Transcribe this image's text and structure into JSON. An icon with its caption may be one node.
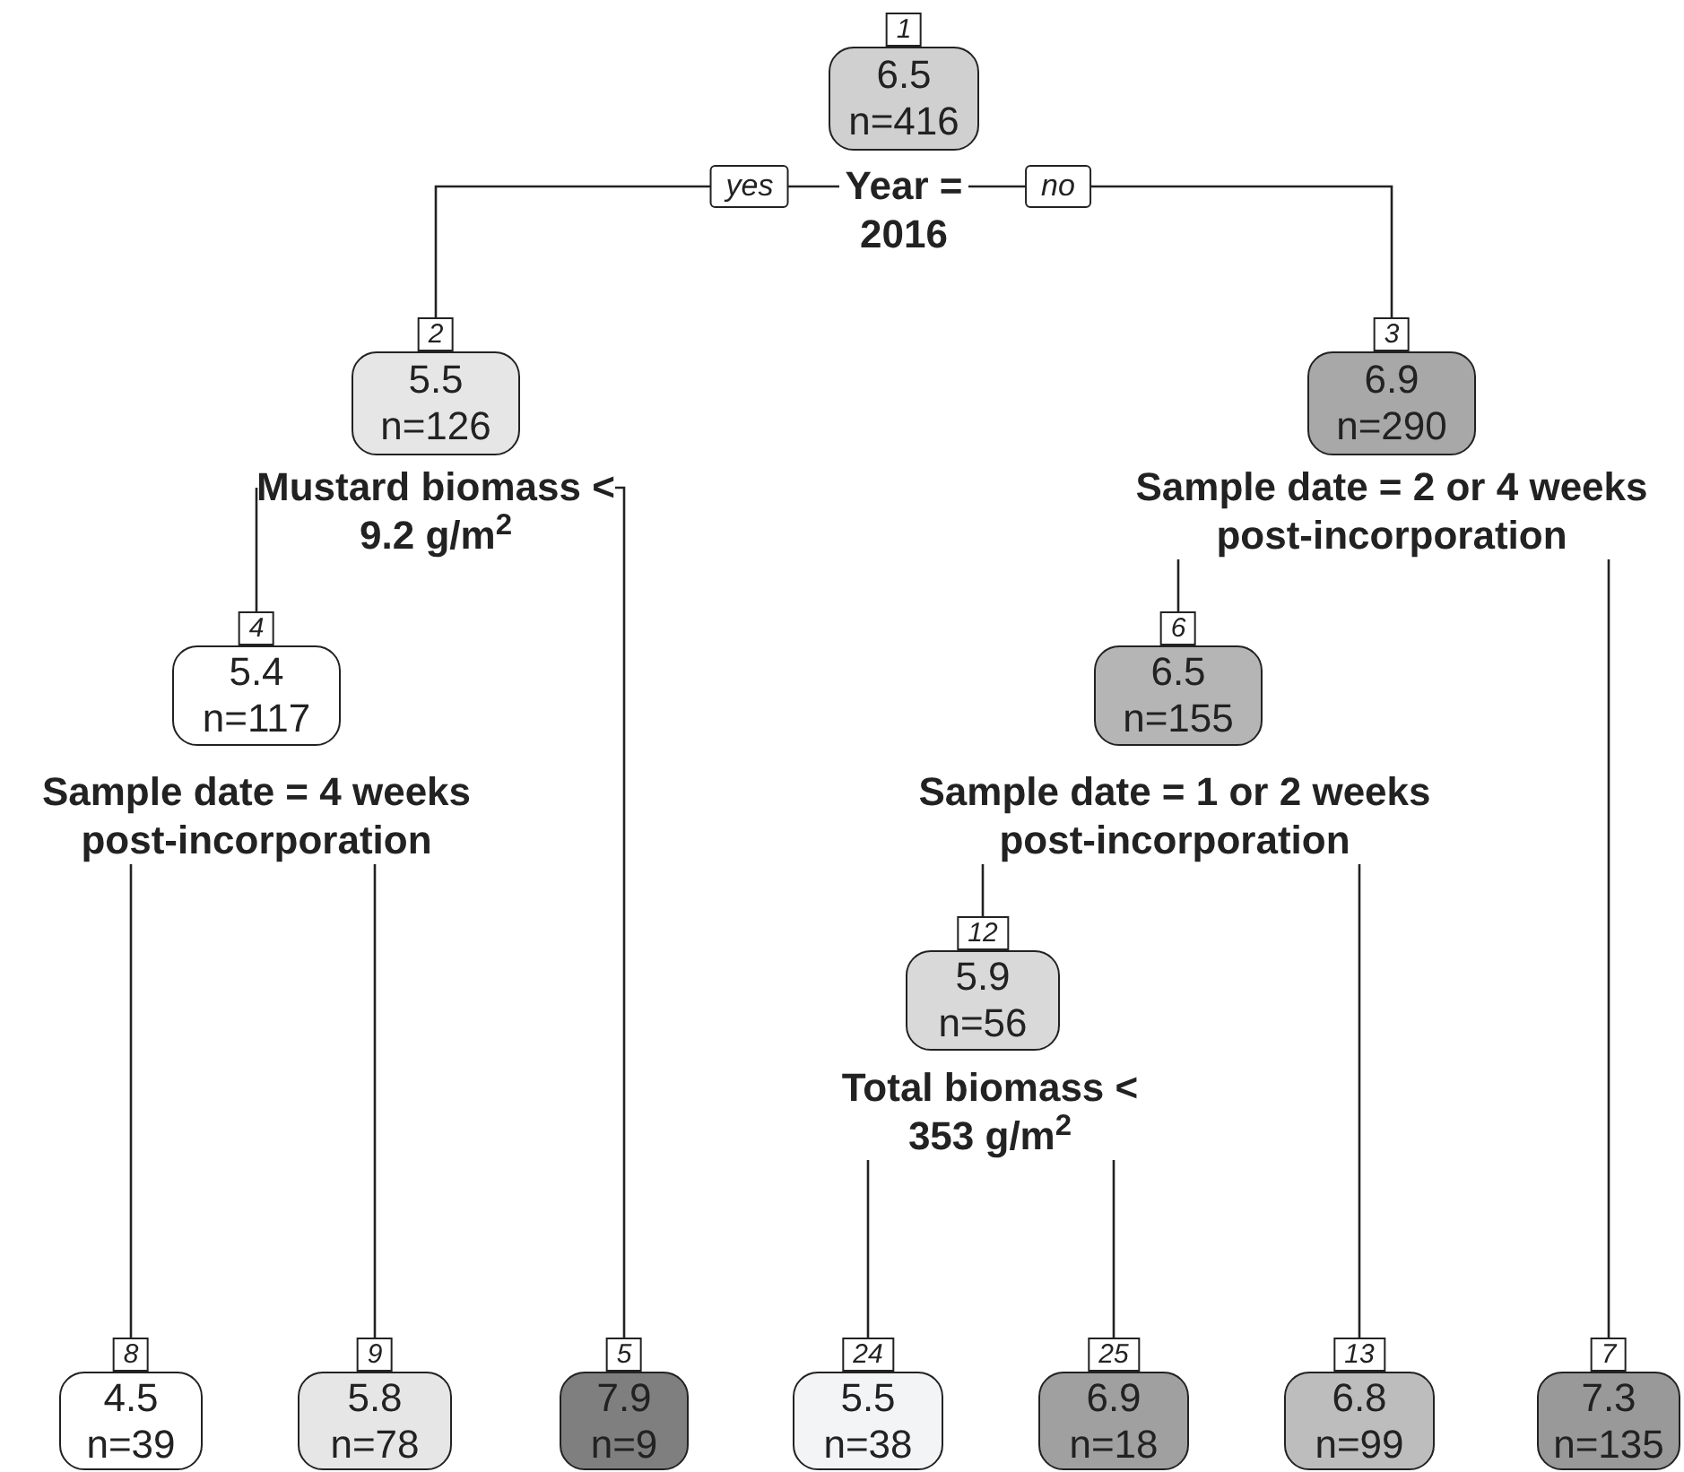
{
  "diagram": {
    "nodes": [
      {
        "text": [
          "6.5",
          "n=416"
        ],
        "beside": [
          "1"
        ]
      },
      {
        "text": [
          "Year = 2016"
        ]
      },
      {
        "text": [
          "5.5",
          "n=126"
        ],
        "beside": [
          "2"
        ]
      },
      {
        "text": [
          "6.9",
          "n=290"
        ],
        "beside": [
          "3"
        ]
      },
      {
        "text": [
          "Mustard biomass < 9.2 g/m$^{2}$"
        ]
      },
      {
        "text": [
          "Sample date = 2 or 4 weeks post-incorporation"
        ]
      },
      {
        "text": [
          "5.4",
          "n=117"
        ],
        "beside": [
          "4"
        ]
      },
      {
        "text": [
          "6.5",
          "n=155"
        ],
        "beside": [
          "6"
        ]
      },
      {
        "text": [
          "Sample date = 4 weeks post-incorporation"
        ]
      },
      {
        "text": [
          "Sample date = 1 or 2 weeks post-incorporation"
        ]
      },
      {
        "text": [
          "5.9",
          "n=56"
        ],
        "beside": [
          "12"
        ]
      },
      {
        "text": [
          "Total biomass < 353 g/m$^{2}$"
        ]
      },
      {
        "text": [
          "4.5",
          "n=39"
        ],
        "beside": [
          "8"
        ]
      },
      {
        "text": [
          "5.8",
          "n=78"
        ],
        "beside": [
          "9"
        ]
      },
      {
        "text": [
          "7.9",
          "n=9"
        ],
        "beside": [
          "5"
        ]
      },
      {
        "text": [
          "5.5",
          "n=38"
        ],
        "beside": [
          "24"
        ]
      },
      {
        "text": [
          "6.9",
          "n=18"
        ],
        "beside": [
          "25"
        ]
      },
      {
        "text": [
          "6.8",
          "n=99"
        ],
        "beside": [
          "13"
        ]
      },
      {
        "text": [
          "7.3",
          "n=135"
        ],
        "beside": [
          "7"
        ]
      }
    ],
    "edges": [
      {
        "from": 1,
        "to": 2,
        "arrow": "none",
        "label": "yes"
      },
      {
        "from": 1,
        "to": 3,
        "arrow": "none",
        "label": "no"
      },
      {
        "from": 4,
        "to": 6,
        "arrow": "none"
      },
      {
        "from": 4,
        "to": 14,
        "arrow": "none"
      },
      {
        "from": 5,
        "to": 7,
        "arrow": "none"
      },
      {
        "from": 5,
        "to": 18,
        "arrow": "none"
      },
      {
        "from": 8,
        "to": 12,
        "arrow": "none"
      },
      {
        "from": 8,
        "to": 13,
        "arrow": "none"
      },
      {
        "from": 9,
        "to": 10,
        "arrow": "none"
      },
      {
        "from": 9,
        "to": 17,
        "arrow": "none"
      },
      {
        "from": 11,
        "to": 15,
        "arrow": "none"
      },
      {
        "from": 11,
        "to": 16,
        "arrow": "none"
      }
    ]
  }
}
